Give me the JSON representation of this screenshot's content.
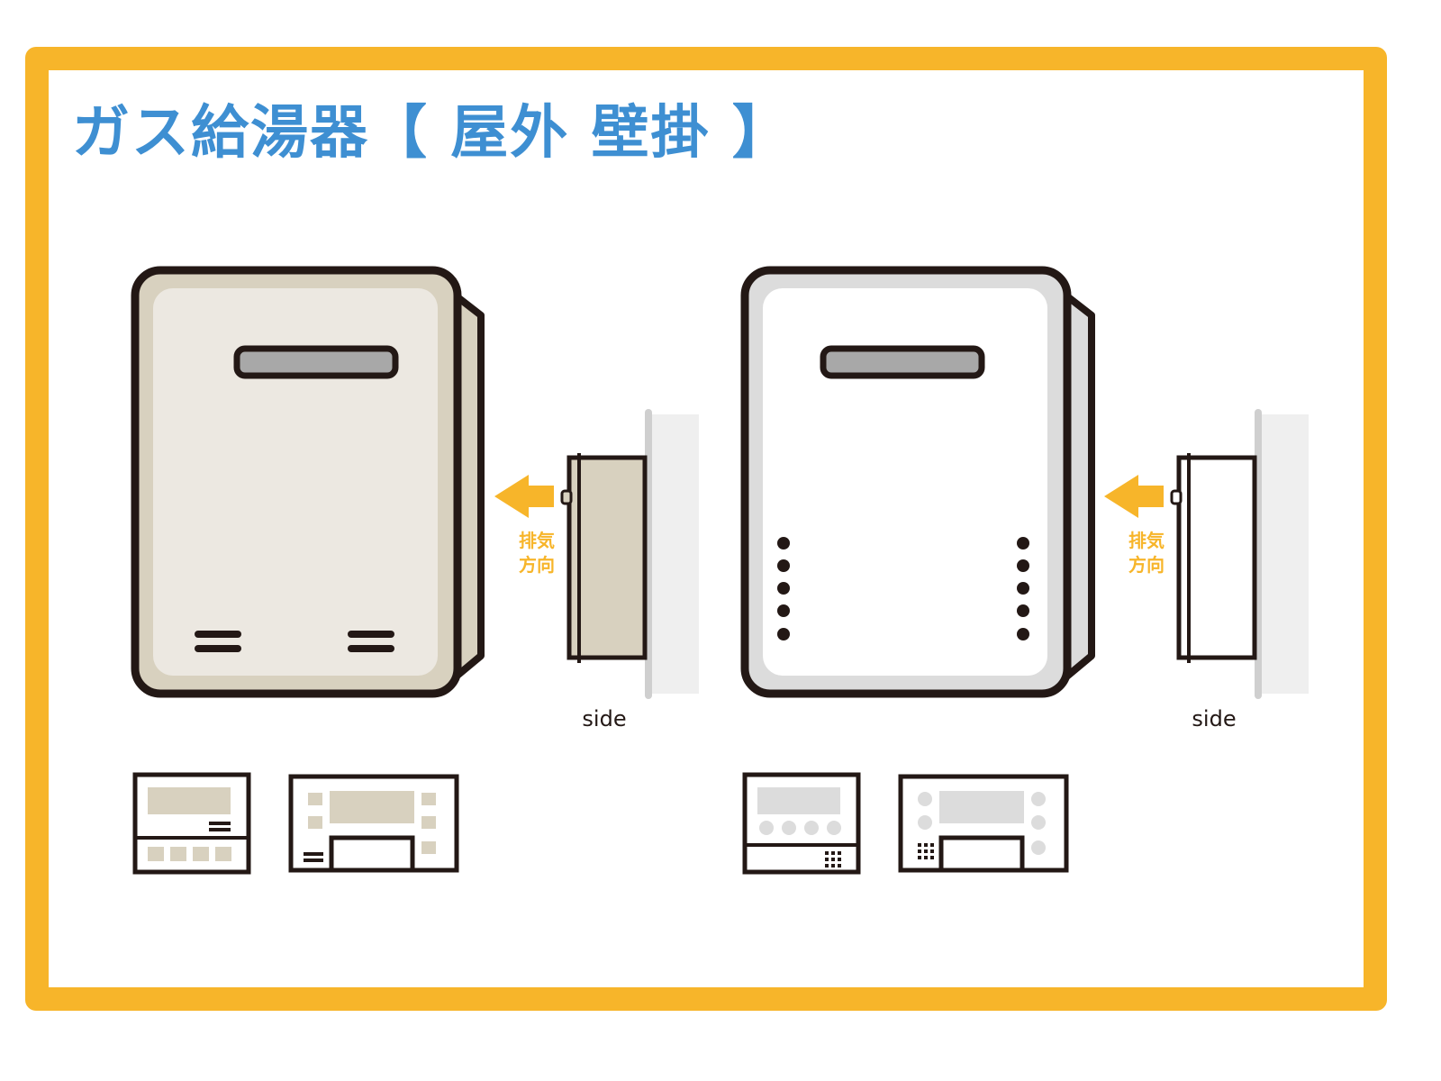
{
  "title": "ガス給湯器【 屋外 壁掛 】",
  "units": [
    {
      "exhaust_label_1": "排気",
      "exhaust_label_2": "方向",
      "side_label": "side"
    },
    {
      "exhaust_label_1": "排気",
      "exhaust_label_2": "方向",
      "side_label": "side"
    }
  ],
  "colors": {
    "frame": "#F7B52A",
    "title": "#3E8FD2",
    "beige_body": "#ECE8E1",
    "beige_accent": "#D8D1BF",
    "white_body": "#FFFFFF",
    "grey_accent": "#DCDCDC",
    "arrow": "#F7B52A",
    "outline": "#231815"
  }
}
